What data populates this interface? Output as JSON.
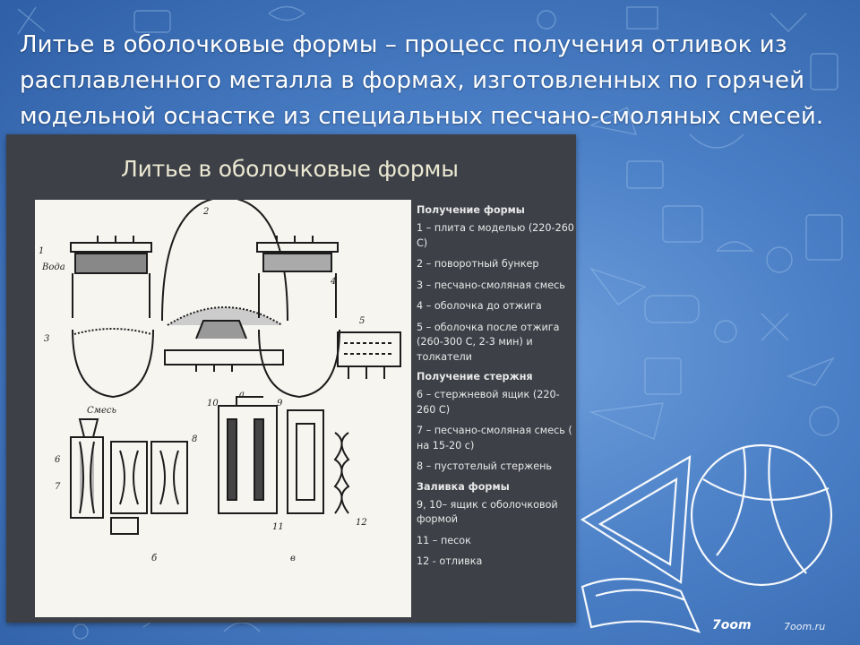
{
  "heading": {
    "line1": "Литье в оболочковые формы – процесс получения отливок из",
    "line2": "расплавленного металла в формах, изготовленных по горячей",
    "line3": "модельной оснастке из специальных песчано-смоляных смесей."
  },
  "slide": {
    "title": "Литье в оболочковые формы",
    "legend": {
      "group1": "Получение формы",
      "item1": "1 – плита с моделью (220-260 С)",
      "item2": "2 – поворотный бункер",
      "item3": "3 – песчано-смоляная смесь",
      "item4": "4 – оболочка до отжига",
      "item5": "5 – оболочка после отжига (260-300 С, 2-3 мин) и толкатели",
      "group2": "Получение стержня",
      "item6": "6 – стержневой ящик (220-260 С)",
      "item7": "7 – песчано-смоляная смесь ( на 15-20 с)",
      "item8": "8 – пустотелый стержень",
      "group3": "Заливка формы",
      "item9": "9, 10– ящик с оболочковой формой",
      "item11": "11 – песок",
      "item12": "12 - отливка"
    },
    "figure": {
      "label_voda": "Вода",
      "label_smes": "Смесь",
      "label_a": "а",
      "label_b": "б",
      "label_v": "в",
      "num1": "1",
      "num2": "2",
      "num3": "3",
      "num4": "4",
      "num5": "5",
      "num6": "6",
      "num7": "7",
      "num8": "8",
      "num9": "9",
      "num10": "10",
      "num11": "11",
      "num12": "12"
    }
  },
  "brand": {
    "logo": "7oom",
    "url": "7oom.ru"
  }
}
